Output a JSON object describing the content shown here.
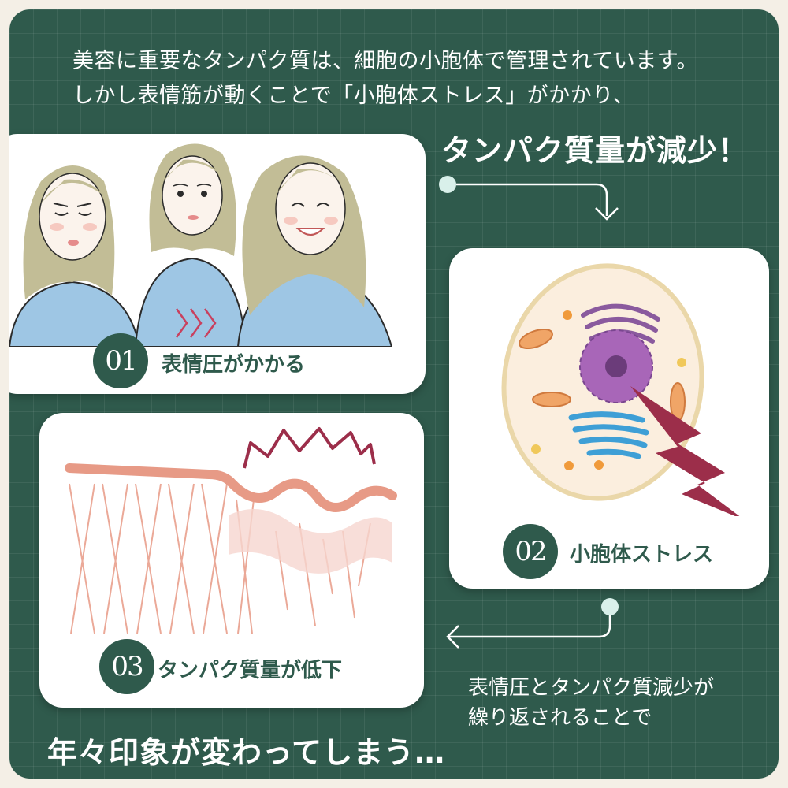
{
  "intro": {
    "line1": "美容に重要なタンパク質は、細胞の小胞体で管理されています。",
    "line2": "しかし表情筋が動くことで「小胞体ストレス」がかかり、"
  },
  "headline": "タンパク質量が減少！",
  "step1": {
    "number": "01",
    "label": "表情圧がかかる"
  },
  "step2": {
    "number": "02",
    "label": "小胞体ストレス"
  },
  "step3": {
    "number": "03",
    "label": "タンパク質量が低下"
  },
  "cycle_note": {
    "line1": "表情圧とタンパク質減少が",
    "line2": "繰り返されることで"
  },
  "conclusion": "年々印象が変わってしまう…",
  "colors": {
    "background": "#f4efe6",
    "board": "#2f5a4c",
    "accent": "#9c2e4a",
    "skin_fiber": "#e79a86",
    "hair": "#c2bd96",
    "shirt": "#9ec6e4"
  }
}
